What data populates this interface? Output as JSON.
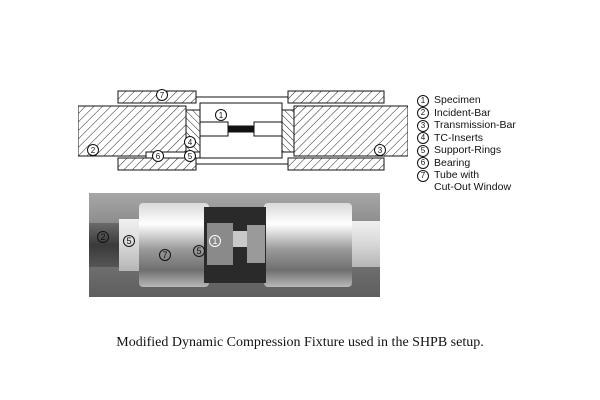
{
  "legend": {
    "items": [
      {
        "num": "1",
        "label": "Specimen"
      },
      {
        "num": "2",
        "label": "Incident-Bar"
      },
      {
        "num": "3",
        "label": "Transmission-Bar"
      },
      {
        "num": "4",
        "label": "TC-Inserts"
      },
      {
        "num": "5",
        "label": "Support-Rings"
      },
      {
        "num": "6",
        "label": "Bearing"
      },
      {
        "num": "7",
        "label": "Tube with\nCut-Out Window"
      }
    ]
  },
  "drawing_labels": {
    "specimen": "1",
    "incident_bar": "2",
    "transmission_bar": "3",
    "tc_insert": "4",
    "support_ring": "5",
    "bearing": "6",
    "tube": "7"
  },
  "photo_labels": {
    "incident_bar": "2",
    "support_ring": "5",
    "tube": "7",
    "bearing": "5",
    "specimen": "1"
  },
  "caption": "Modified Dynamic Compression Fixture used in the  SHPB setup."
}
